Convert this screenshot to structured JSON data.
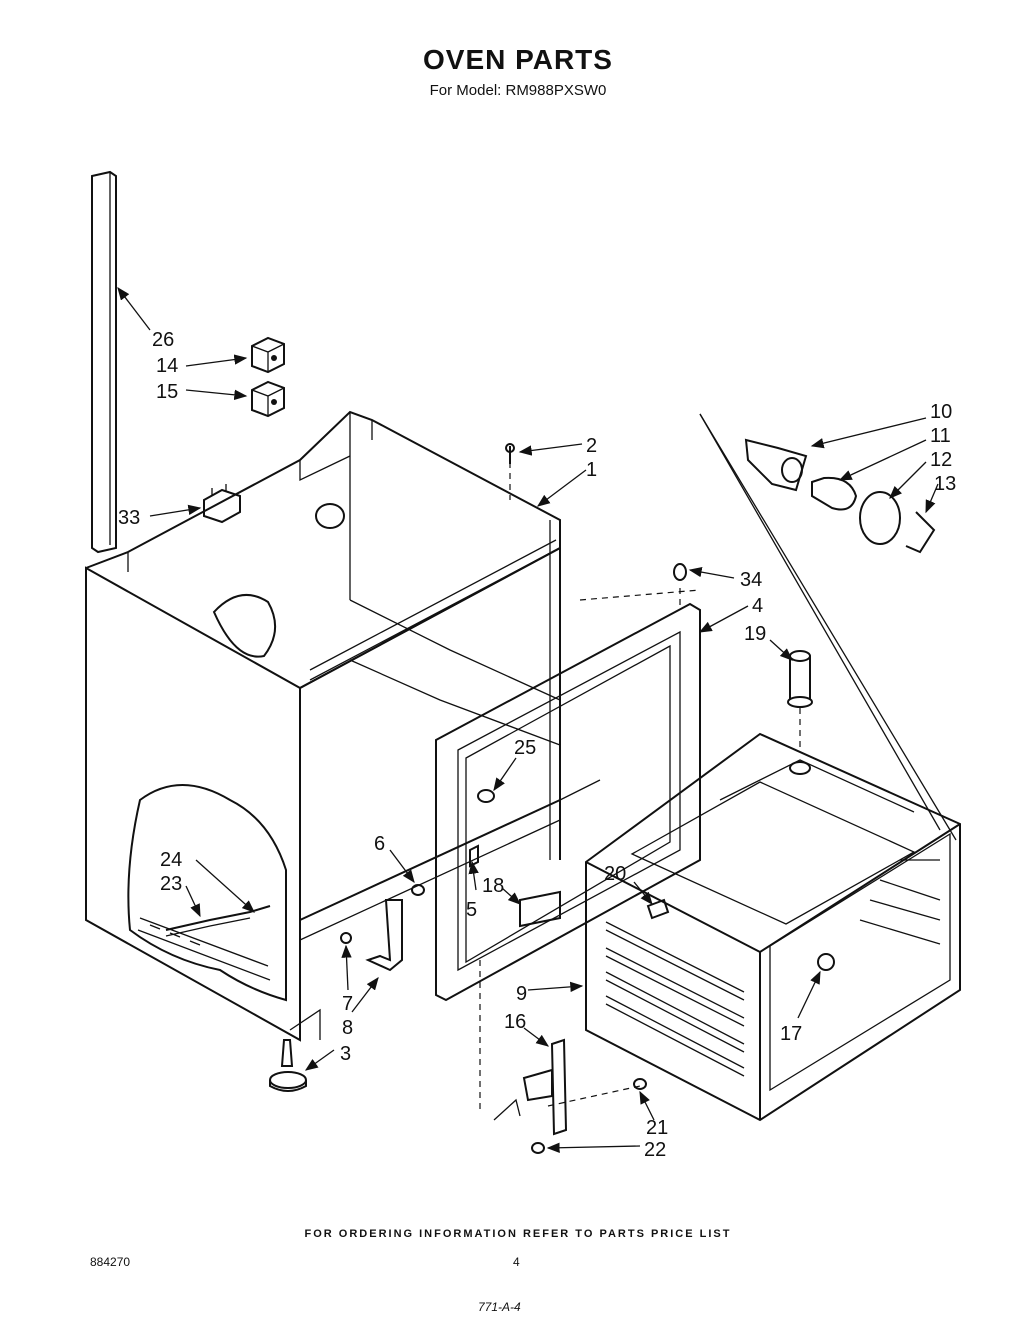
{
  "title": "OVEN PARTS",
  "subtitle": "For Model: RM988PXSW0",
  "footer_note": "FOR ORDERING INFORMATION REFER TO PARTS PRICE LIST",
  "doc_number": "884270",
  "page_number": "4",
  "handwritten_note": "771-A-4",
  "callouts": {
    "c1": "1",
    "c2": "2",
    "c3": "3",
    "c4": "4",
    "c5": "5",
    "c6": "6",
    "c7": "7",
    "c8": "8",
    "c9": "9",
    "c10": "10",
    "c11": "11",
    "c12": "12",
    "c13": "13",
    "c14": "14",
    "c15": "15",
    "c16": "16",
    "c17": "17",
    "c18": "18",
    "c19": "19",
    "c20": "20",
    "c21": "21",
    "c22": "22",
    "c23": "23",
    "c24": "24",
    "c25": "25",
    "c26": "26",
    "c33": "33",
    "c34": "34"
  }
}
